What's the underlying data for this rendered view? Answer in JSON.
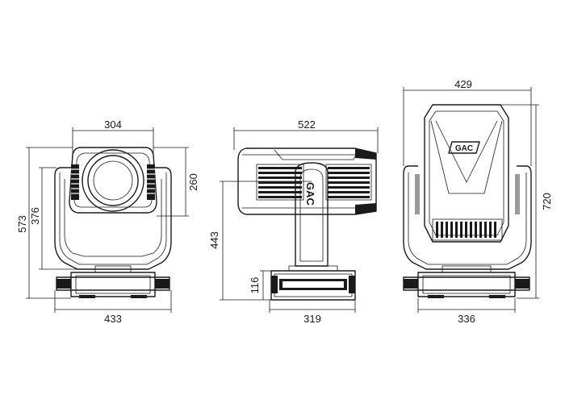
{
  "front_view": {
    "width_top": "304",
    "width_bottom": "433",
    "height_total": "573",
    "height_arm": "376",
    "head_height": "260"
  },
  "side_view": {
    "width_top": "522",
    "height_pivot": "443",
    "base_height": "116",
    "base_width": "319",
    "logo": "GAC"
  },
  "back_view": {
    "width_top": "429",
    "height_total": "720",
    "base_width": "336",
    "logo": "GAC"
  }
}
